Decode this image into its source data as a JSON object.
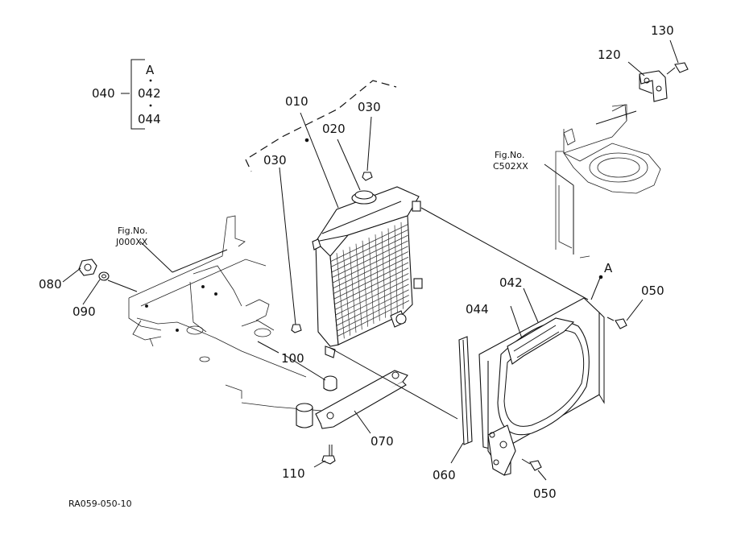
{
  "drawing_code": "RA059-050-10",
  "group": {
    "parent": "040",
    "marker": "A",
    "children": [
      "042",
      "044"
    ]
  },
  "figure_refs": [
    {
      "title": "Fig.No.",
      "code": "J000XX"
    },
    {
      "title": "Fig.No.",
      "code": "C502XX"
    }
  ],
  "connector_marker": "A",
  "parts": {
    "p010": "010",
    "p020": "020",
    "p030a": "030",
    "p030b": "030",
    "p042": "042",
    "p044": "044",
    "p050a": "050",
    "p050b": "050",
    "p060": "060",
    "p070": "070",
    "p080": "080",
    "p090": "090",
    "p100": "100",
    "p110": "110",
    "p120": "120",
    "p130": "130"
  }
}
